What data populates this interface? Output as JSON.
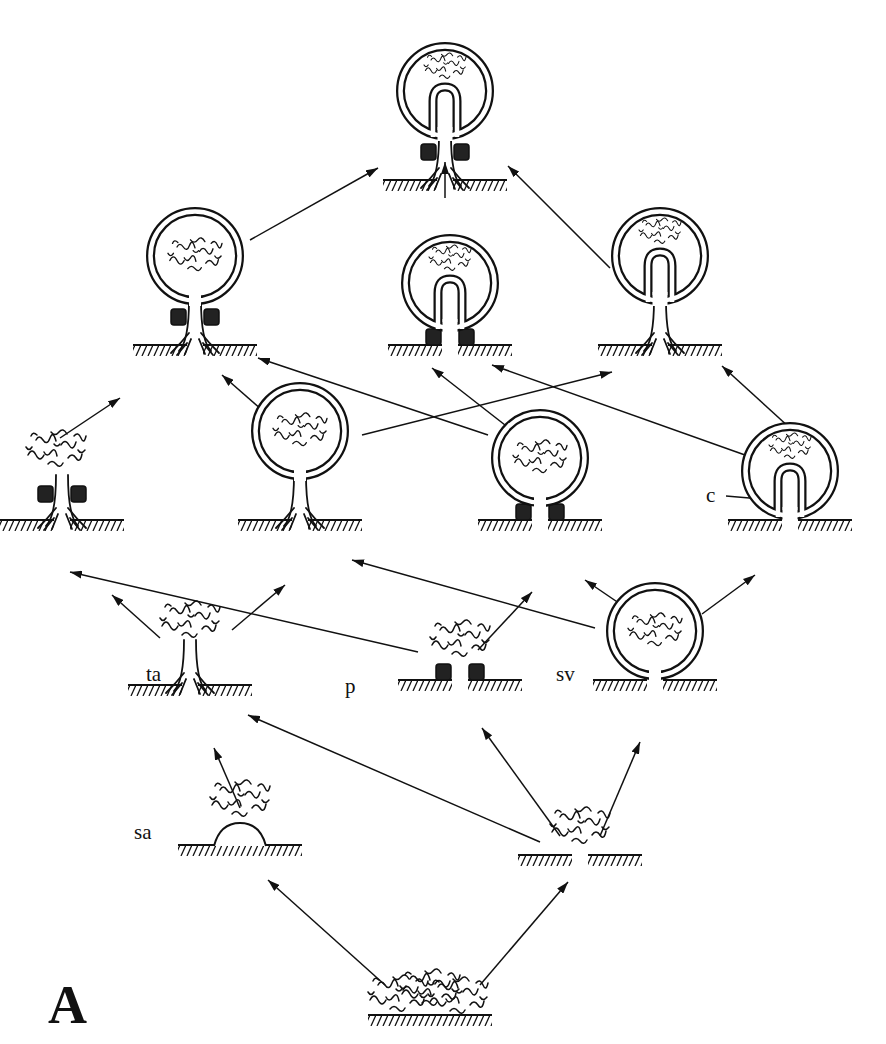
{
  "diagram": {
    "labels": [
      "c",
      "ta",
      "p",
      "sv",
      "sa",
      "A"
    ]
  }
}
